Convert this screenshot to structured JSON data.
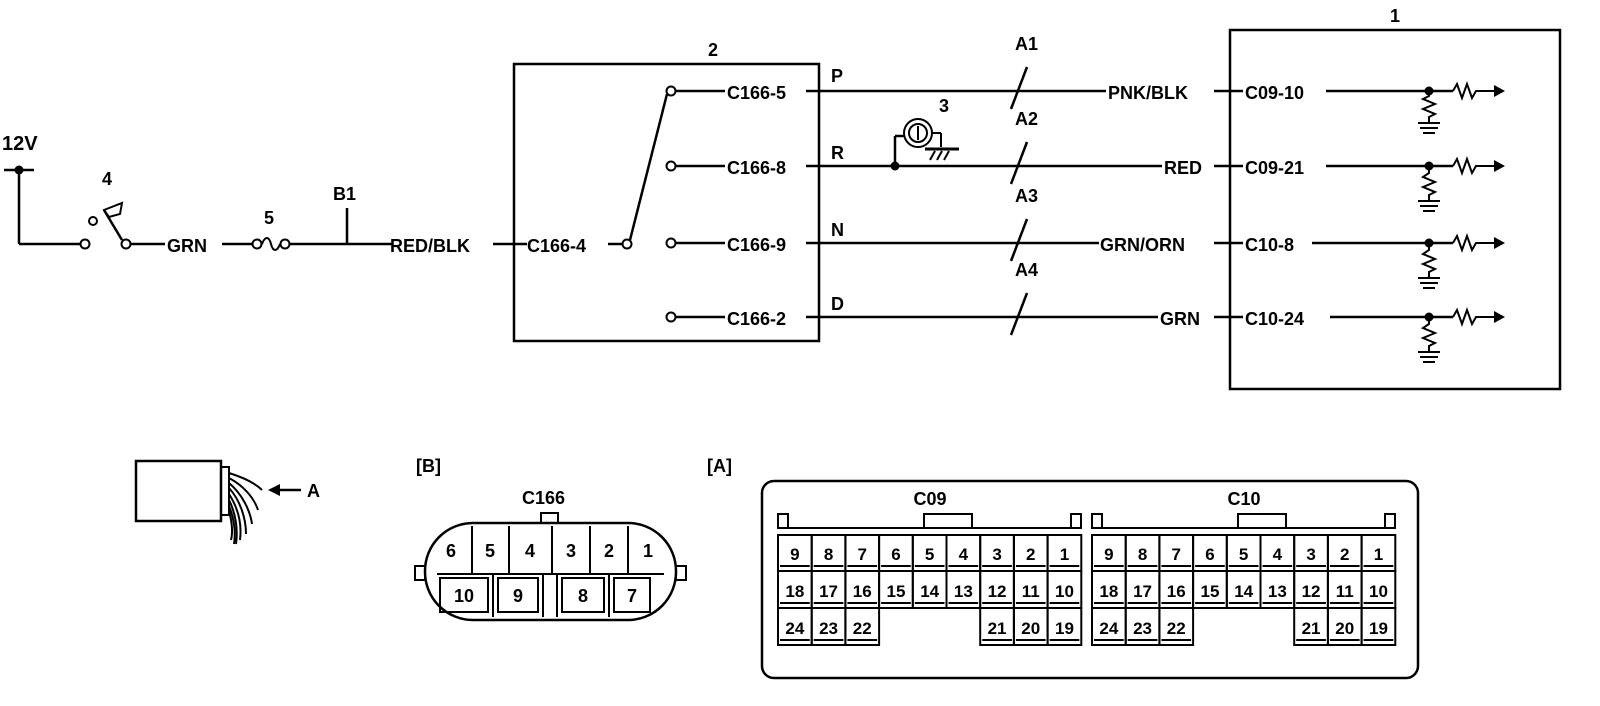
{
  "power": {
    "label": "12V"
  },
  "callouts": {
    "ecu": "1",
    "switch_unit": "2",
    "sensor": "3",
    "ignition_switch": "4",
    "fuse": "5"
  },
  "splice": {
    "b1": "B1"
  },
  "wires": {
    "grn": "GRN",
    "red_blk": "RED/BLK",
    "a1": "A1",
    "a2": "A2",
    "a3": "A3",
    "a4": "A4",
    "pnk_blk": "PNK/BLK",
    "red": "RED",
    "grn_orn": "GRN/ORN",
    "grn_d": "GRN"
  },
  "switch_pins": {
    "common": "C166-4",
    "p": "C166-5",
    "r": "C166-8",
    "n": "C166-9",
    "d": "C166-2"
  },
  "positions": {
    "p": "P",
    "r": "R",
    "n": "N",
    "d": "D"
  },
  "ecu_pins": {
    "p": "C09-10",
    "r": "C09-21",
    "n": "C10-8",
    "d": "C10-24"
  },
  "bottom": {
    "harness_arrow": "A",
    "view_b": {
      "label": "[B]",
      "connector": "C166",
      "top_row": [
        "6",
        "5",
        "4",
        "3",
        "2",
        "1"
      ],
      "bottom_row": [
        "10",
        "9",
        "8",
        "7"
      ]
    },
    "view_a": {
      "label": "[A]",
      "connectors": [
        {
          "name": "C09",
          "row1": [
            "9",
            "8",
            "7",
            "6",
            "5",
            "4",
            "3",
            "2",
            "1"
          ],
          "row2": [
            "18",
            "17",
            "16",
            "15",
            "14",
            "13",
            "12",
            "11",
            "10"
          ],
          "row3_left": [
            "24",
            "23",
            "22"
          ],
          "row3_right": [
            "21",
            "20",
            "19"
          ]
        },
        {
          "name": "C10",
          "row1": [
            "9",
            "8",
            "7",
            "6",
            "5",
            "4",
            "3",
            "2",
            "1"
          ],
          "row2": [
            "18",
            "17",
            "16",
            "15",
            "14",
            "13",
            "12",
            "11",
            "10"
          ],
          "row3_left": [
            "24",
            "23",
            "22"
          ],
          "row3_right": [
            "21",
            "20",
            "19"
          ]
        }
      ]
    }
  }
}
